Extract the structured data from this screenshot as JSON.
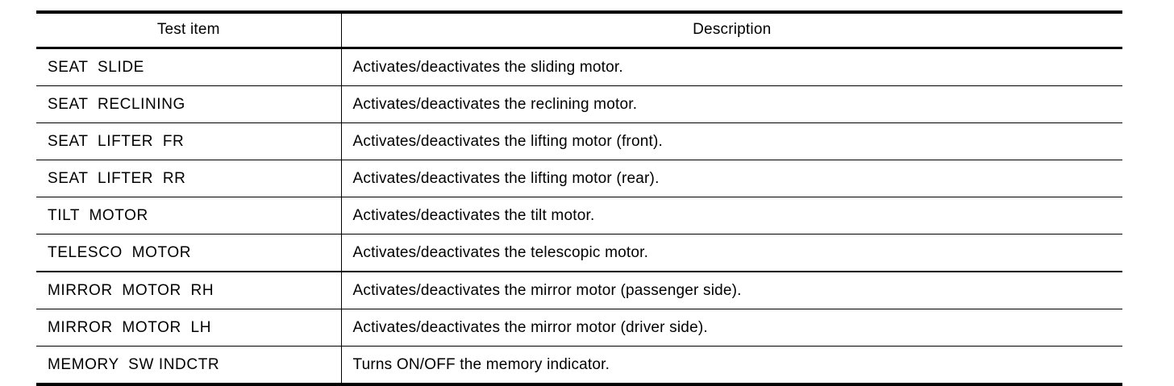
{
  "table": {
    "columns": [
      {
        "key": "test_item",
        "header": "Test item",
        "align": "center"
      },
      {
        "key": "description",
        "header": "Description",
        "align": "center"
      }
    ],
    "rows": [
      {
        "test_item": "SEAT  SLIDE",
        "description": "Activates/deactivates the sliding motor."
      },
      {
        "test_item": "SEAT  RECLINING",
        "description": "Activates/deactivates the reclining motor."
      },
      {
        "test_item": "SEAT  LIFTER  FR",
        "description": "Activates/deactivates the lifting motor (front)."
      },
      {
        "test_item": "SEAT  LIFTER  RR",
        "description": "Activates/deactivates the lifting motor (rear)."
      },
      {
        "test_item": "TILT  MOTOR",
        "description": "Activates/deactivates the tilt motor."
      },
      {
        "test_item": "TELESCO  MOTOR",
        "description": "Activates/deactivates the telescopic motor."
      },
      {
        "test_item": "MIRROR  MOTOR  RH",
        "description": "Activates/deactivates the mirror motor (passenger side)."
      },
      {
        "test_item": "MIRROR  MOTOR  LH",
        "description": "Activates/deactivates the mirror motor (driver side)."
      },
      {
        "test_item": "MEMORY  SW INDCTR",
        "description": "Turns ON/OFF the memory indicator."
      }
    ],
    "band_break_after_row_index": 5,
    "colors": {
      "rule": "#000000",
      "text": "#000000",
      "background": "#ffffff"
    }
  }
}
